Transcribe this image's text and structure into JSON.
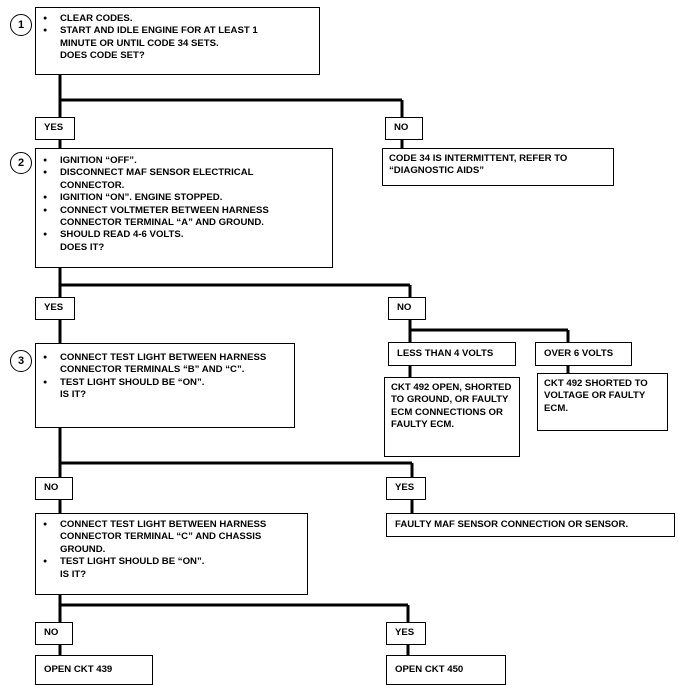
{
  "steps": {
    "s1": {
      "number": "1",
      "items": [
        "CLEAR CODES.",
        "START AND IDLE ENGINE FOR AT LEAST 1 MINUTE OR UNTIL CODE 34 SETS."
      ],
      "question": "DOES CODE SET?"
    },
    "s2": {
      "number": "2",
      "items": [
        "IGNITION “OFF”.",
        "DISCONNECT MAF SENSOR ELECTRICAL CONNECTOR.",
        "IGNITION “ON”.  ENGINE STOPPED.",
        "CONNECT VOLTMETER BETWEEN HARNESS CONNECTOR TERMINAL “A” AND GROUND.",
        "SHOULD READ 4-6 VOLTS."
      ],
      "question": "DOES IT?"
    },
    "s3": {
      "number": "3",
      "items": [
        "CONNECT TEST LIGHT BETWEEN HARNESS CONNECTOR TERMINALS “B” AND “C”.",
        "TEST LIGHT SHOULD BE “ON”."
      ],
      "question": "IS IT?"
    },
    "s4": {
      "items": [
        "CONNECT TEST LIGHT BETWEEN HARNESS CONNECTOR TERMINAL “C” AND CHASSIS GROUND.",
        "TEST LIGHT SHOULD BE “ON”."
      ],
      "question": "IS IT?"
    }
  },
  "labels": {
    "yes": "YES",
    "no": "NO",
    "less_than_4": "LESS THAN 4 VOLTS",
    "over_6": "OVER 6 VOLTS"
  },
  "results": {
    "intermittent": "CODE 34 IS INTERMITTENT, REFER TO “DIAGNOSTIC AIDS”",
    "ckt492_open": "CKT 492 OPEN, SHORTED TO GROUND, OR FAULTY ECM CONNECTIONS OR FAULTY ECM.",
    "ckt492_shorted": "CKT 492 SHORTED TO VOLTAGE OR FAULTY ECM.",
    "faulty_maf": "FAULTY MAF SENSOR CONNECTION OR SENSOR.",
    "open_439": "OPEN CKT 439",
    "open_450": "OPEN CKT 450"
  }
}
